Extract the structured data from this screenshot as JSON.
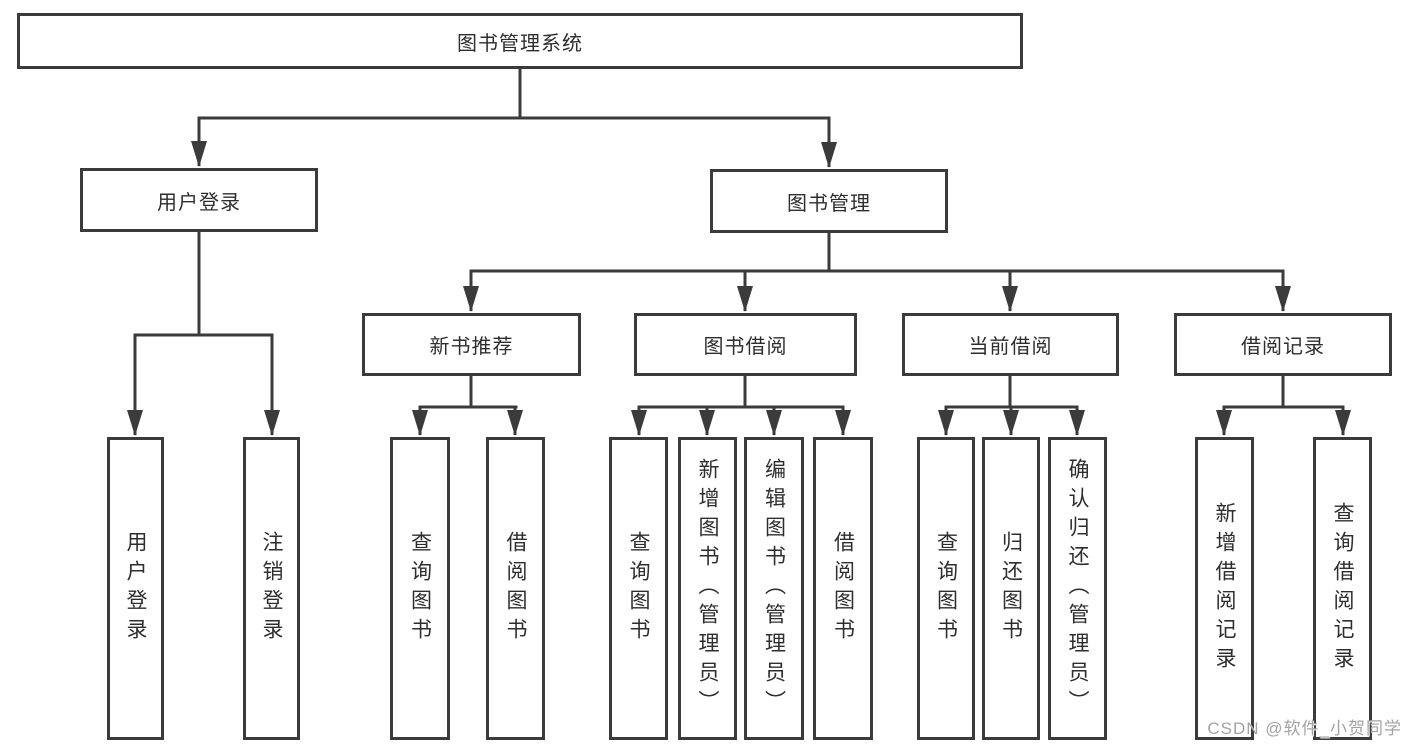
{
  "diagram": {
    "root": {
      "label": "图书管理系统"
    },
    "branches": [
      {
        "label": "用户登录",
        "children": [
          {
            "label": "用户登录"
          },
          {
            "label": "注销登录"
          }
        ]
      },
      {
        "label": "图书管理",
        "children": [
          {
            "label": "新书推荐",
            "children": [
              {
                "label": "查询图书"
              },
              {
                "label": "借阅图书"
              }
            ]
          },
          {
            "label": "图书借阅",
            "children": [
              {
                "label": "查询图书"
              },
              {
                "label": "新增图书（管理员）"
              },
              {
                "label": "编辑图书（管理员）"
              },
              {
                "label": "借阅图书"
              }
            ]
          },
          {
            "label": "当前借阅",
            "children": [
              {
                "label": "查询图书"
              },
              {
                "label": "归还图书"
              },
              {
                "label": "确认归还（管理员）"
              }
            ]
          },
          {
            "label": "借阅记录",
            "children": [
              {
                "label": "新增借阅记录"
              },
              {
                "label": "查询借阅记录"
              }
            ]
          }
        ]
      }
    ]
  },
  "colors": {
    "line": "#3b3b3b",
    "text": "#2e2e2e",
    "watermark": "#a3a3a3"
  },
  "watermark": "CSDN @软件_小贺同学"
}
